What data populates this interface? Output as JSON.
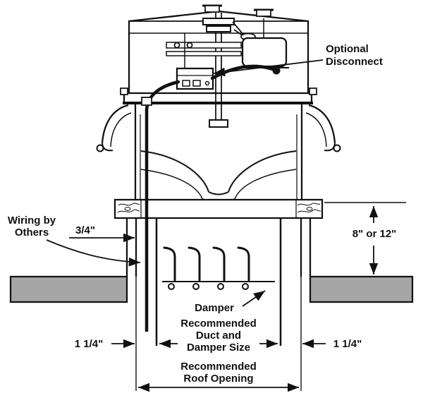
{
  "diagram": {
    "background": "#ffffff",
    "colors": {
      "line": "#111111",
      "roof_fill": "#a6a6a6"
    },
    "annotations": {
      "optional_disconnect": {
        "line1": "Optional",
        "line2": "Disconnect"
      },
      "wiring_by_others": {
        "line1": "Wiring by",
        "line2": "Others"
      },
      "damper_label": "Damper",
      "duct_size": {
        "line1": "Recommended",
        "line2": "Duct and",
        "line3": "Damper Size"
      },
      "roof_opening": {
        "line1": "Recommended",
        "line2": "Roof Opening"
      }
    },
    "dimensions": {
      "wiring_offset": "3/4\"",
      "curb_height": "8\" or 12\"",
      "left_clearance": "1 1/4\"",
      "right_clearance": "1 1/4\""
    }
  }
}
